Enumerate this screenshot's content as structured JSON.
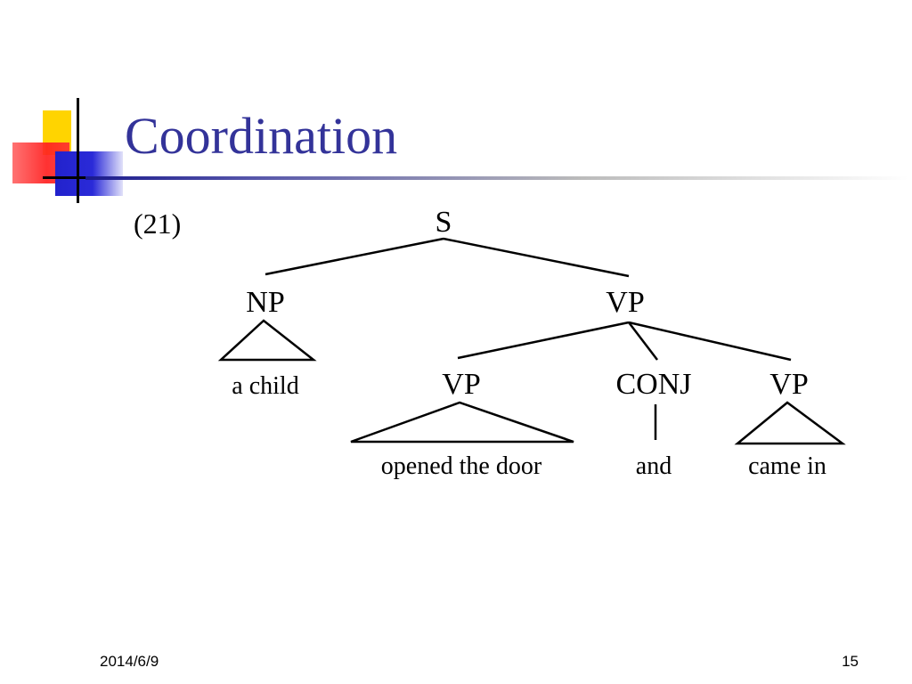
{
  "slide": {
    "title": "Coordination",
    "date": "2014/6/9",
    "page_number": "15"
  },
  "colors": {
    "title": "#333399",
    "accent_yellow": "#ffd400",
    "accent_red": "#ff3030",
    "accent_blue": "#2222cc"
  },
  "tree": {
    "example_number": "(21)",
    "nodes": {
      "s": "S",
      "np": "NP",
      "vp_top": "VP",
      "vp_left": "VP",
      "conj": "CONJ",
      "vp_right": "VP"
    },
    "leaves": {
      "np": "a child",
      "vp_left": "opened the door",
      "conj": "and",
      "vp_right": "came in"
    }
  }
}
